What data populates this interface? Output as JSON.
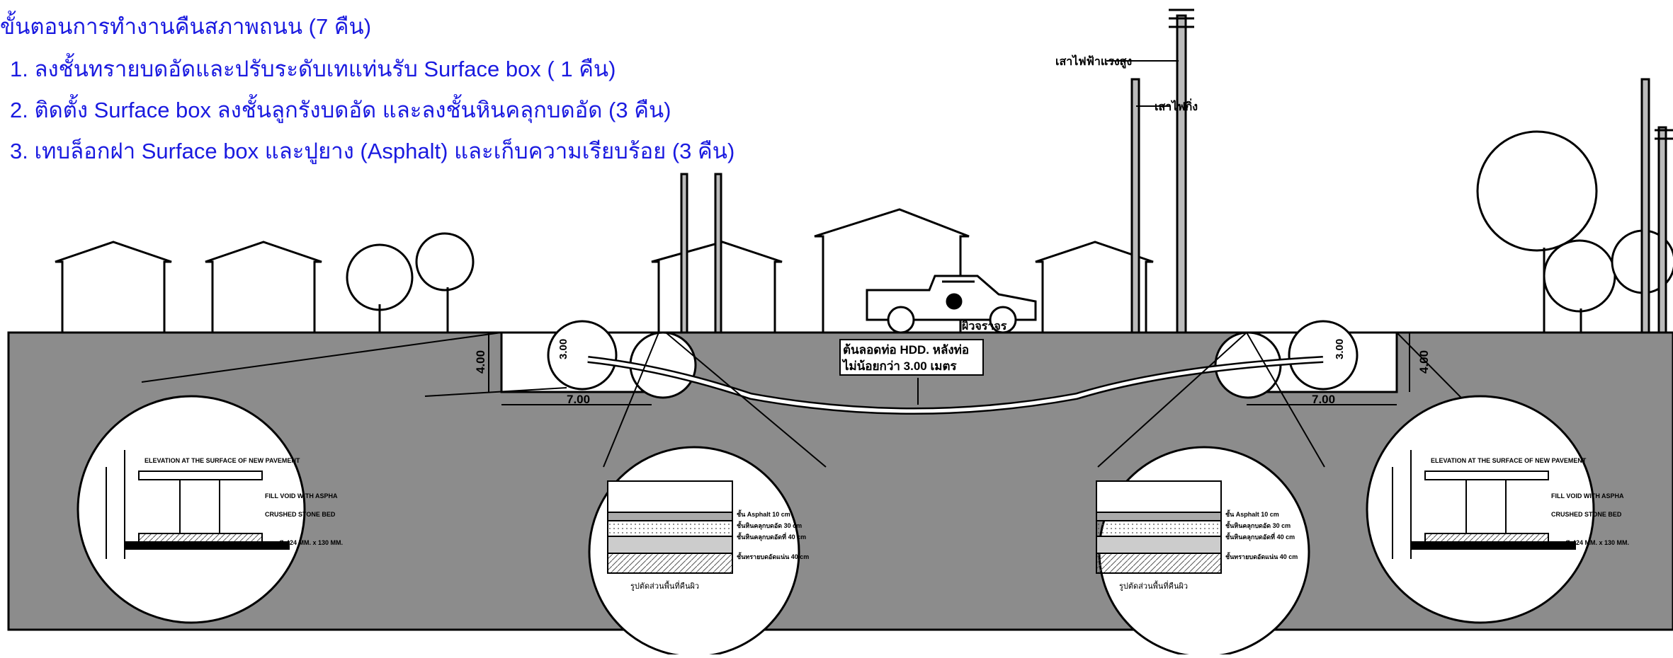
{
  "steps": {
    "title": "ขั้นตอนการทำงานคืนสภาพถนน (7 คืน)",
    "step1": "1. ลงชั้นทรายบดอัดและปรับระดับเทแท่นรับ Surface box ( 1 คืน)",
    "step2": "2. ติดตั้ง Surface box ลงชั้นลูกรังบดอัด และลงชั้นหินคลุกบดอัด (3 คืน)",
    "step3": "3. เทบล็อกฝา Surface box และปูยาง (Asphalt) และเก็บความเรียบร้อย (3 คืน)"
  },
  "labels": {
    "high_pole": "เสาไฟฟ้าแรงสูง",
    "light_pole": "เสาไฟกิ่ง",
    "road_surface": "ผิวจราจร",
    "hdd_depth_line1": "ต้นลอดท่อ HDD. หลังท่อ",
    "hdd_depth_line2": "ไม่น้อยกว่า 3.00 เมตร",
    "pit_width_left": "7.00",
    "pit_width_right": "7.00",
    "pit_depth_left": "4.00",
    "pit_depth_right": "4.00",
    "box_height_left": "3.00",
    "box_height_right": "3.00"
  },
  "details_surface_box": {
    "note_top": "ELEVATION AT THE SURFACE OF NEW PAVEMENT",
    "note_fill": "FILL VOID WITH ASPHA",
    "note_stone": "CRUSHED STONE BED",
    "note_bottom_left": "Ø-424 MM. x 130 MM.",
    "note_bottom_right": "Ø-424 MM. x 130 MM."
  },
  "details_pavement": {
    "layer1": "ชั้น Asphalt 10 cm",
    "layer2": "ชั้นหินคลุกบดอัด 30 cm",
    "layer3": "ชั้นหินคลุกบดอัดที่ 40 cm",
    "layer4": "ชั้นทรายบดอัดแน่น 40 cm",
    "caption": "รูปตัดส่วนพื้นที่คืนผิว"
  },
  "colors": {
    "step_text": "#1a1ae0",
    "ground": "#8c8c8c",
    "line": "#000000",
    "fill_white": "#ffffff"
  }
}
